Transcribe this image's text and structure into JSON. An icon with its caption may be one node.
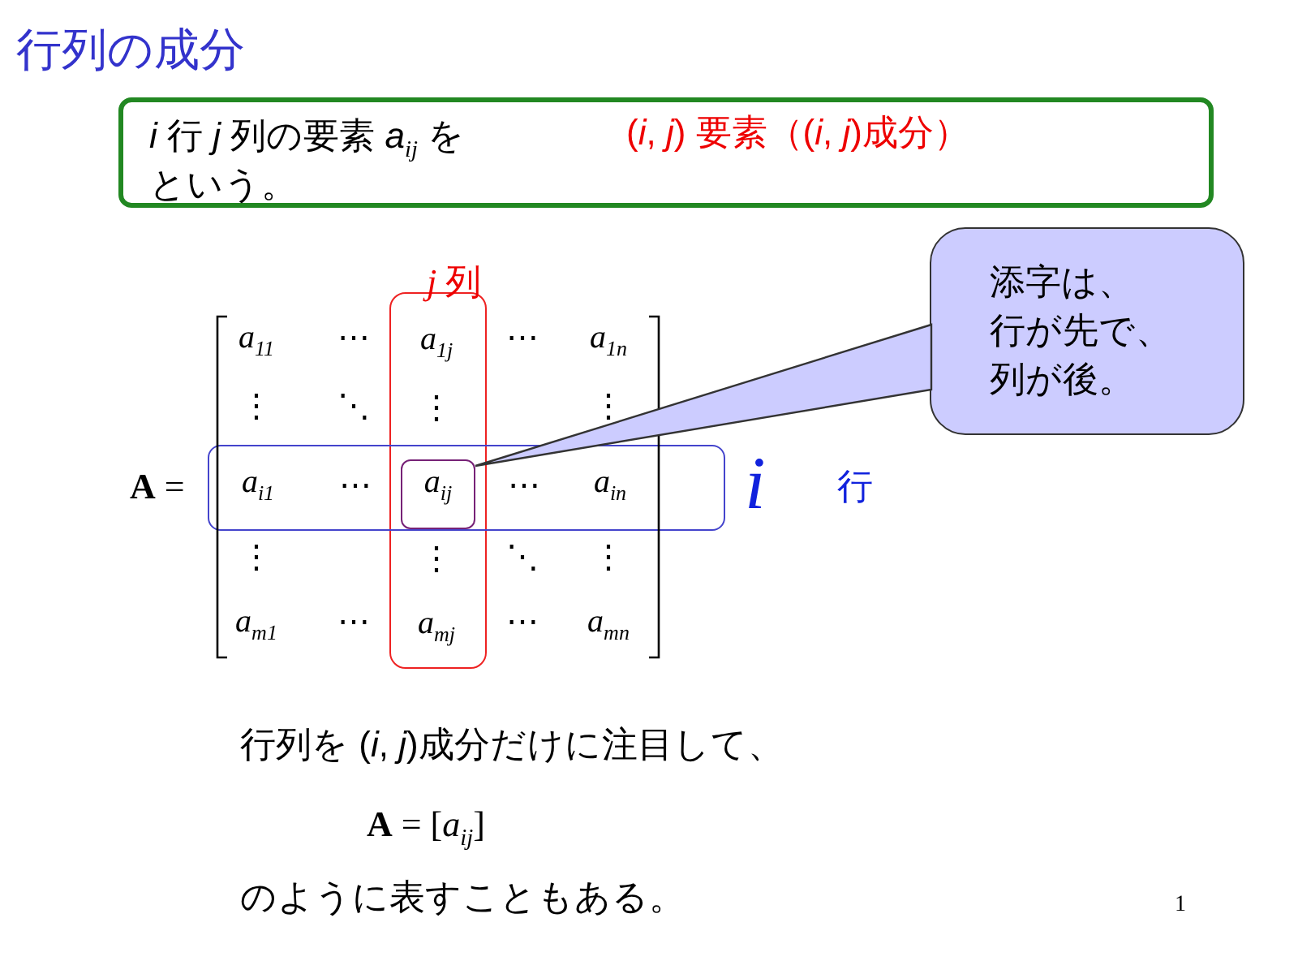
{
  "diagram": {
    "title": "行列の成分",
    "nodes": [
      {
        "text": [
          "*i* 行 *j* 列の要素 *a*$_{ij}$ を",
          "(*i*, *j*) 要素（(*i*, *j*)成分）",
          "という。"
        ]
      },
      {
        "text": [
          "*a*$_{1j}$",
          "⋮",
          "⋮",
          "*a*$_{mj}$"
        ],
        "beside": [
          "*j* 列"
        ]
      },
      {
        "text": [
          "*a*$_{i1}$",
          "⋯",
          "⋯",
          "*a*$_{in}$"
        ],
        "beside": [
          "*i*",
          "行"
        ]
      },
      {
        "text": [
          "*a*$_{ij}$"
        ]
      },
      {
        "text": [
          "添字は、行が先で、列が後。"
        ]
      }
    ],
    "edges": [
      {
        "from": 4,
        "to": 3,
        "arrow": "none"
      }
    ],
    "labels": [
      "**A** =",
      "*a*$_{11}$",
      "⋯",
      "⋯",
      "*a*$_{1n}$",
      "⋮",
      "⋱",
      "⋮",
      "⋮",
      "⋱",
      "⋮",
      "*a*$_{m1}$",
      "⋯",
      "⋯",
      "*a*$_{mn}$",
      "行列を (*i*, *j*)成分だけに注目して、",
      "**A** = [*a*$_{ij}$]",
      "のように表すこともある。",
      "1"
    ]
  }
}
